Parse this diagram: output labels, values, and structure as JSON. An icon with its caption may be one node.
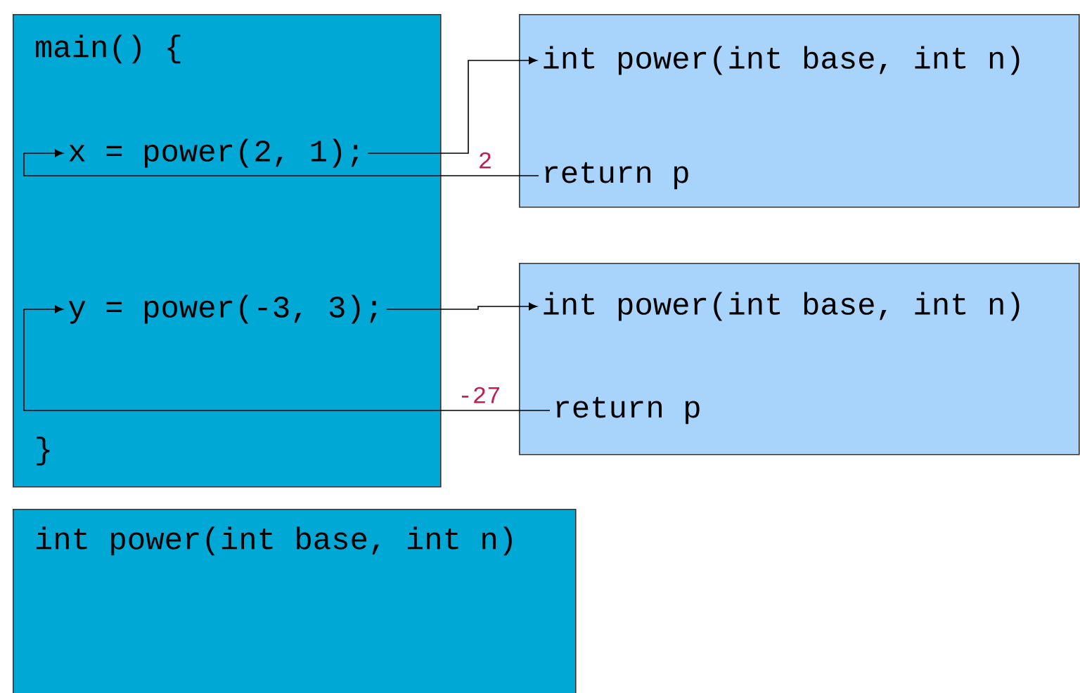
{
  "diagram": {
    "nodes": [
      {
        "text": [
          "main() {",
          "}"
        ]
      },
      {
        "text": [
          "x = power(2, 1);"
        ],
        "in": 0
      },
      {
        "text": [
          "y = power(-3, 3);"
        ],
        "in": 0
      },
      {
        "text": [],
        "shape": "box"
      },
      {
        "text": [
          "int power(int base, int n)"
        ],
        "in": 3
      },
      {
        "text": [
          "return p"
        ],
        "in": 3
      },
      {
        "text": [],
        "shape": "box"
      },
      {
        "text": [
          "int power(int base, int n)"
        ],
        "in": 6
      },
      {
        "text": [
          "return p"
        ],
        "in": 6
      },
      {
        "text": [
          "int power(int base, int n)"
        ]
      }
    ],
    "edges": [
      {
        "from": 1,
        "to": 4,
        "arrow": "to"
      },
      {
        "from": 5,
        "to": 1,
        "arrow": "to",
        "label": "2"
      },
      {
        "from": 2,
        "to": 7,
        "arrow": "to"
      },
      {
        "from": 8,
        "to": 2,
        "arrow": "to",
        "label": "-27"
      }
    ]
  }
}
